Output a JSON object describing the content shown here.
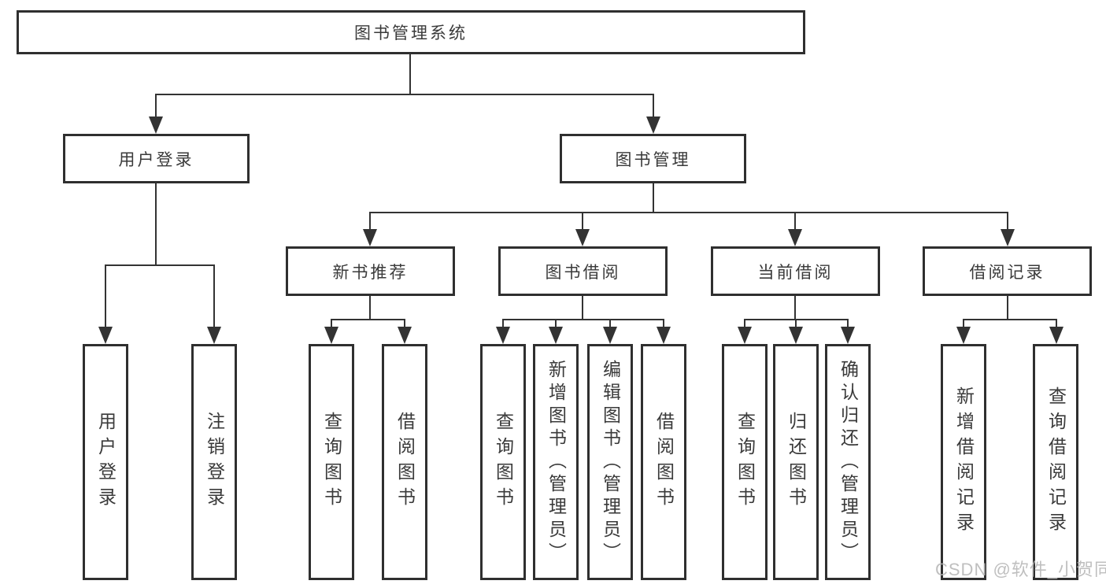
{
  "diagram": {
    "title": "图书管理系统",
    "groups": {
      "user_login": {
        "label": "用户登录",
        "children": [
          {
            "label": "用户登录"
          },
          {
            "label": "注销登录"
          }
        ]
      },
      "book_management": {
        "label": "图书管理",
        "sections": [
          {
            "label": "新书推荐",
            "children": [
              {
                "label": "查询图书"
              },
              {
                "label": "借阅图书"
              }
            ]
          },
          {
            "label": "图书借阅",
            "children": [
              {
                "label": "查询图书"
              },
              {
                "label": "新增图书（管理员）"
              },
              {
                "label": "编辑图书（管理员）"
              },
              {
                "label": "借阅图书"
              }
            ]
          },
          {
            "label": "当前借阅",
            "children": [
              {
                "label": "查询图书"
              },
              {
                "label": "归还图书"
              },
              {
                "label": "确认归还（管理员）"
              }
            ]
          },
          {
            "label": "借阅记录",
            "children": [
              {
                "label": "新增借阅记录"
              },
              {
                "label": "查询借阅记录"
              }
            ]
          }
        ]
      }
    }
  },
  "watermark": {
    "text": "CSDN @软件_小贺同学"
  },
  "colors": {
    "line": "#333333",
    "box_border": "#2f2f2f",
    "text": "#3a3a3a",
    "background": "#ffffff",
    "watermark": "#b5b5b5"
  }
}
